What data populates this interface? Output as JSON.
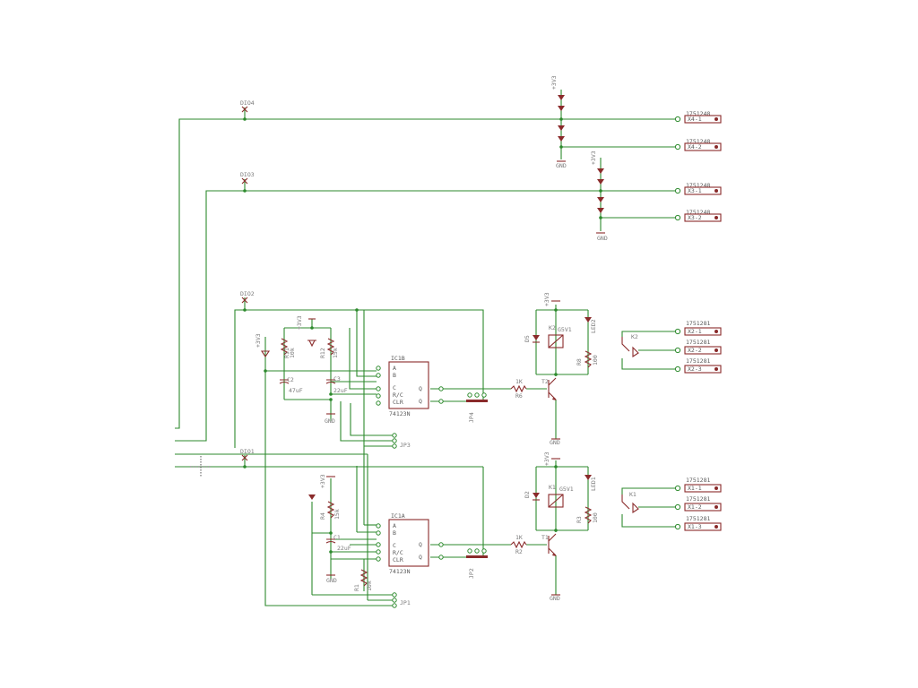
{
  "colors": {
    "wire": "#2d8a2d",
    "part": "#8a2b2b",
    "label": "#7a7a7a"
  },
  "nets": {
    "dio1": "DIO1",
    "dio2": "DIO2",
    "dio3": "DIO3",
    "dio4": "DIO4",
    "gnd": "GND",
    "v33": "+3V3"
  },
  "ic": {
    "name_top": "IC1B",
    "name_bot": "IC1A",
    "type": "74123N",
    "pin_a": "A",
    "pin_b": "B",
    "pin_c": "C",
    "pin_rc": "R/C",
    "pin_clr": "CLR",
    "pin_q": "Q",
    "pin_qn": "Q"
  },
  "connectors": {
    "x4_1": "X4-1",
    "x4_2": "X4-2",
    "x3_1": "X3-1",
    "x3_2": "X3-2",
    "x2_1": "X2-1",
    "x2_2": "X2-2",
    "x2_3": "X2-3",
    "x1_1": "X1-1",
    "x1_2": "X1-2",
    "x1_3": "X1-3",
    "part_a": "1751248",
    "part_b": "1751281"
  },
  "parts": {
    "r11": "R11",
    "r11v": "10k",
    "r12": "R12",
    "r12v": "15k",
    "r4": "R4",
    "r4v": "15k",
    "r1": "R1",
    "r1v": "10k",
    "r6": "R6",
    "r6v": "1K",
    "r2": "R2",
    "r2v": "1K",
    "r8": "R8",
    "r8v": "100",
    "r3": "R3",
    "r3v": "100",
    "c2": "C2",
    "c2v": "47uF",
    "c3": "C3",
    "c3v": "22uF",
    "c1": "C1",
    "c1v": "22uF",
    "t2": "T2",
    "t1": "T1",
    "d5": "D5",
    "d2": "D2",
    "k2": "K2",
    "k2v": "G5V1",
    "k1": "K1",
    "k1v": "G5V1",
    "led2": "LED2",
    "led1": "LED1",
    "jp4": "JP4",
    "jp3": "JP3",
    "jp2": "JP2",
    "jp1": "JP1"
  }
}
